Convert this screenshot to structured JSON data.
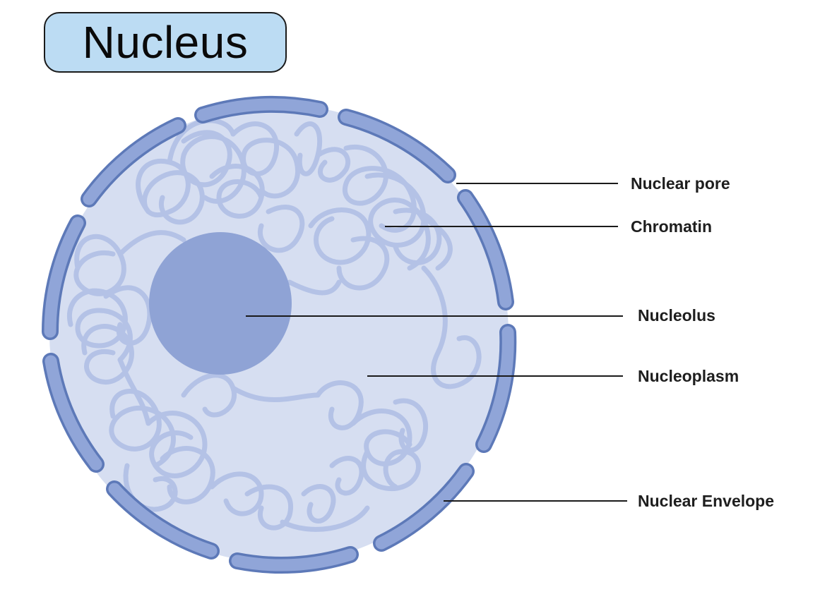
{
  "title": "Nucleus",
  "colors": {
    "title_fill": "#bcdcf3",
    "nucleoplasm": "#d6def1",
    "chromatin": "#b3c1e6",
    "nucleolus": "#8fa3d5",
    "envelope_fill": "#90a5d8",
    "envelope_stroke": "#5d79b8",
    "leader_line": "#1a1a1a"
  },
  "labels": [
    {
      "id": "nuclear-pore",
      "text": "Nuclear pore"
    },
    {
      "id": "chromatin",
      "text": "Chromatin"
    },
    {
      "id": "nucleolus",
      "text": "Nucleolus"
    },
    {
      "id": "nucleoplasm",
      "text": "Nucleoplasm"
    },
    {
      "id": "nuclear-envelope",
      "text": "Nuclear Envelope"
    }
  ]
}
